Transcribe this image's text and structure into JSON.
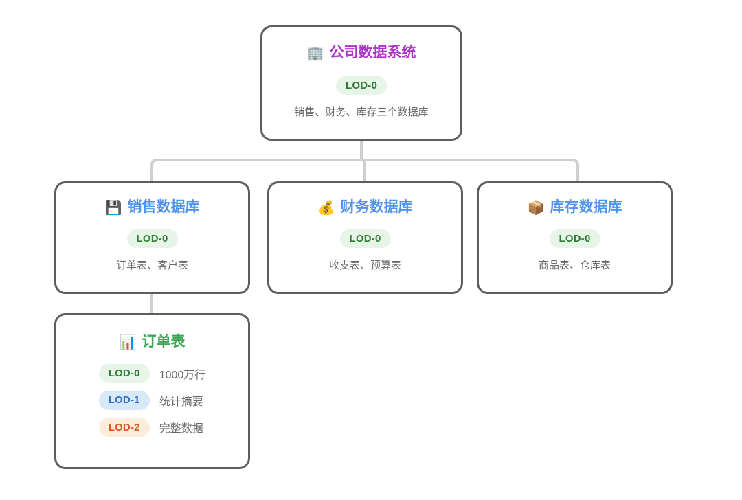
{
  "diagram": {
    "type": "tree",
    "background": "#ffffff",
    "connector_color": "#cfcfcf",
    "card_border_color": "#5e5e5e"
  },
  "colors": {
    "root_title": "#ad34c9",
    "db_title": "#4f93f0",
    "leaf_title": "#3aa757",
    "lod0_text": "#2f7d36",
    "lod0_bg": "#e7f4e8",
    "lod1_text": "#2f6fc4",
    "lod1_bg": "#d9e8f8",
    "lod2_text": "#e0541f",
    "lod2_bg": "#fceddb",
    "subtitle": "#6a6a6a"
  },
  "root": {
    "icon": "office-building-icon",
    "emoji": "🏢",
    "title": "公司数据系统",
    "lod": "LOD-0",
    "subtitle": "销售、财务、库存三个数据库"
  },
  "databases": [
    {
      "icon": "floppy-disk-icon",
      "emoji": "💾",
      "title": "销售数据库",
      "lod": "LOD-0",
      "subtitle": "订单表、客户表"
    },
    {
      "icon": "money-bag-icon",
      "emoji": "💰",
      "title": "财务数据库",
      "lod": "LOD-0",
      "subtitle": "收支表、预算表"
    },
    {
      "icon": "package-icon",
      "emoji": "📦",
      "title": "库存数据库",
      "lod": "LOD-0",
      "subtitle": "商品表、仓库表"
    }
  ],
  "table": {
    "icon": "bar-chart-icon",
    "emoji": "📊",
    "title": "订单表",
    "levels": [
      {
        "lod": "LOD-0",
        "desc": "1000万行"
      },
      {
        "lod": "LOD-1",
        "desc": "统计摘要"
      },
      {
        "lod": "LOD-2",
        "desc": "完整数据"
      }
    ]
  }
}
